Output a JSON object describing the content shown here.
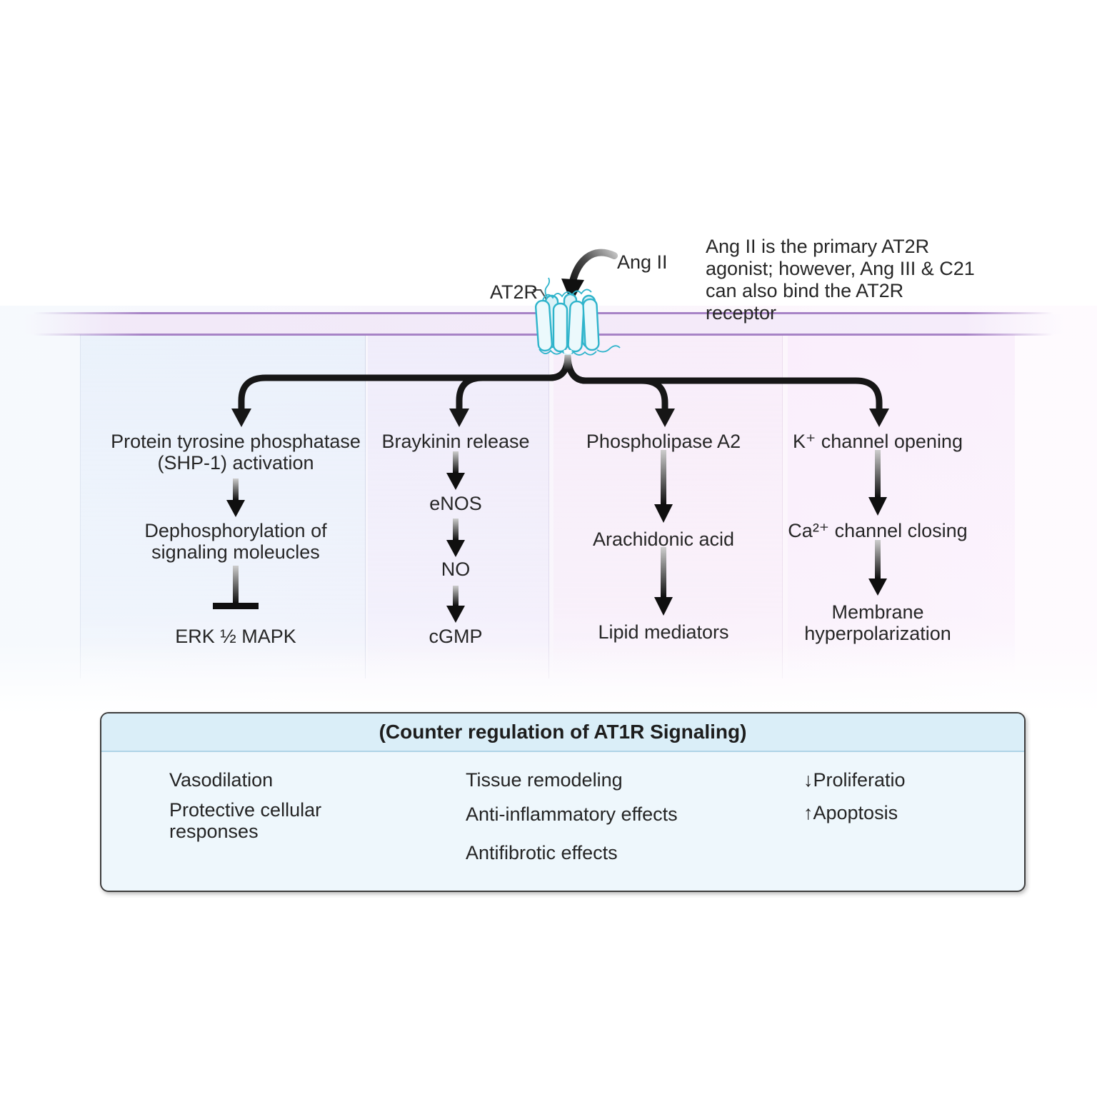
{
  "ligand": {
    "label": "Ang II"
  },
  "receptor": {
    "label": "AT2R"
  },
  "annotation": {
    "lines": [
      "Ang II is the primary AT2R",
      "agonist; however, Ang III & C21",
      "can also bind the AT2R receptor"
    ]
  },
  "pathways": [
    {
      "steps": [
        [
          "Protein tyrosine phosphatase",
          "(SHP-1) activation"
        ],
        [
          "Dephosphorylation of",
          "signaling moleucles"
        ],
        [
          "ERK ½ MAPK"
        ]
      ]
    },
    {
      "steps": [
        [
          "Braykinin release"
        ],
        [
          "eNOS"
        ],
        [
          "NO"
        ],
        [
          "cGMP"
        ]
      ]
    },
    {
      "steps": [
        [
          "Phospholipase A2"
        ],
        [
          "Arachidonic acid"
        ],
        [
          "Lipid mediators"
        ]
      ]
    },
    {
      "steps": [
        [
          "K⁺ channel opening"
        ],
        [
          "Ca²⁺ channel closing"
        ],
        [
          "Membrane",
          "hyperpolarization"
        ]
      ]
    }
  ],
  "outcomes_box": {
    "title": "(Counter regulation of AT1R Signaling)",
    "col1": [
      "Vasodilation",
      "Protective cellular responses"
    ],
    "col2": [
      "Tissue remodeling",
      "Anti-inflammatory effects",
      "Antifibrotic effects"
    ],
    "col3": [
      "↓Proliferatio",
      "↑Apoptosis"
    ]
  },
  "colors": {
    "membrane_line": "#a783c6",
    "receptor_stroke": "#2fb4cb",
    "receptor_fill": "#ecf9fc",
    "arrow_dark": "#161616",
    "box_header_bg": "#daeef8",
    "box_body_bg": "#eef7fc",
    "box_border": "#3d3d3d"
  }
}
